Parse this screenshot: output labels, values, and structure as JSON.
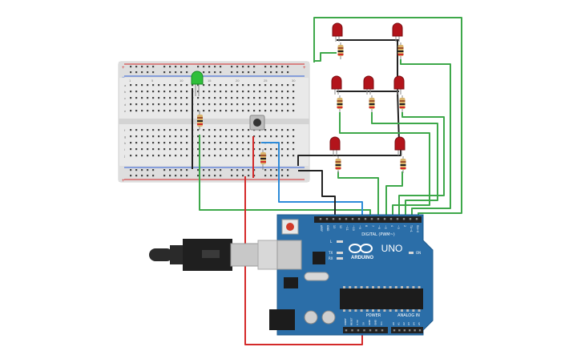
{
  "arduino": {
    "brand": "ARDUINO",
    "model": "UNO",
    "digital_header": "DIGITAL (PWM~)",
    "power_label": "POWER",
    "analog_label": "ANALOG IN",
    "on_label": "ON",
    "l_label": "L",
    "tx_label": "TX",
    "rx_label": "RX",
    "digital_pins": [
      "AREF",
      "GND",
      "13",
      "12",
      "~11",
      "~10",
      "~9",
      "8",
      "7",
      "~6",
      "~5",
      "4",
      "~3",
      "2",
      "TX→1",
      "RX←0"
    ],
    "power_pins": [
      "IOREF",
      "RESET",
      "3.3V",
      "5V",
      "GND",
      "GND",
      "Vin"
    ],
    "analog_pins": [
      "A0",
      "A1",
      "A2",
      "A3",
      "A4",
      "A5"
    ]
  },
  "breadboard": {
    "row_letters_top": [
      "a",
      "b",
      "c",
      "d",
      "e"
    ],
    "row_letters_bottom": [
      "f",
      "g",
      "h",
      "i",
      "j"
    ],
    "column_numbers": [
      "1",
      "5",
      "10",
      "15",
      "20",
      "25",
      "30"
    ]
  },
  "colors": {
    "wire_green": "#3ea84a",
    "wire_black": "#222222",
    "wire_red": "#d42a2a",
    "wire_blue": "#2d8bd8",
    "arduino_blue": "#2b6ea8",
    "led_red": "#b3141b",
    "led_green": "#2fbf3a"
  }
}
